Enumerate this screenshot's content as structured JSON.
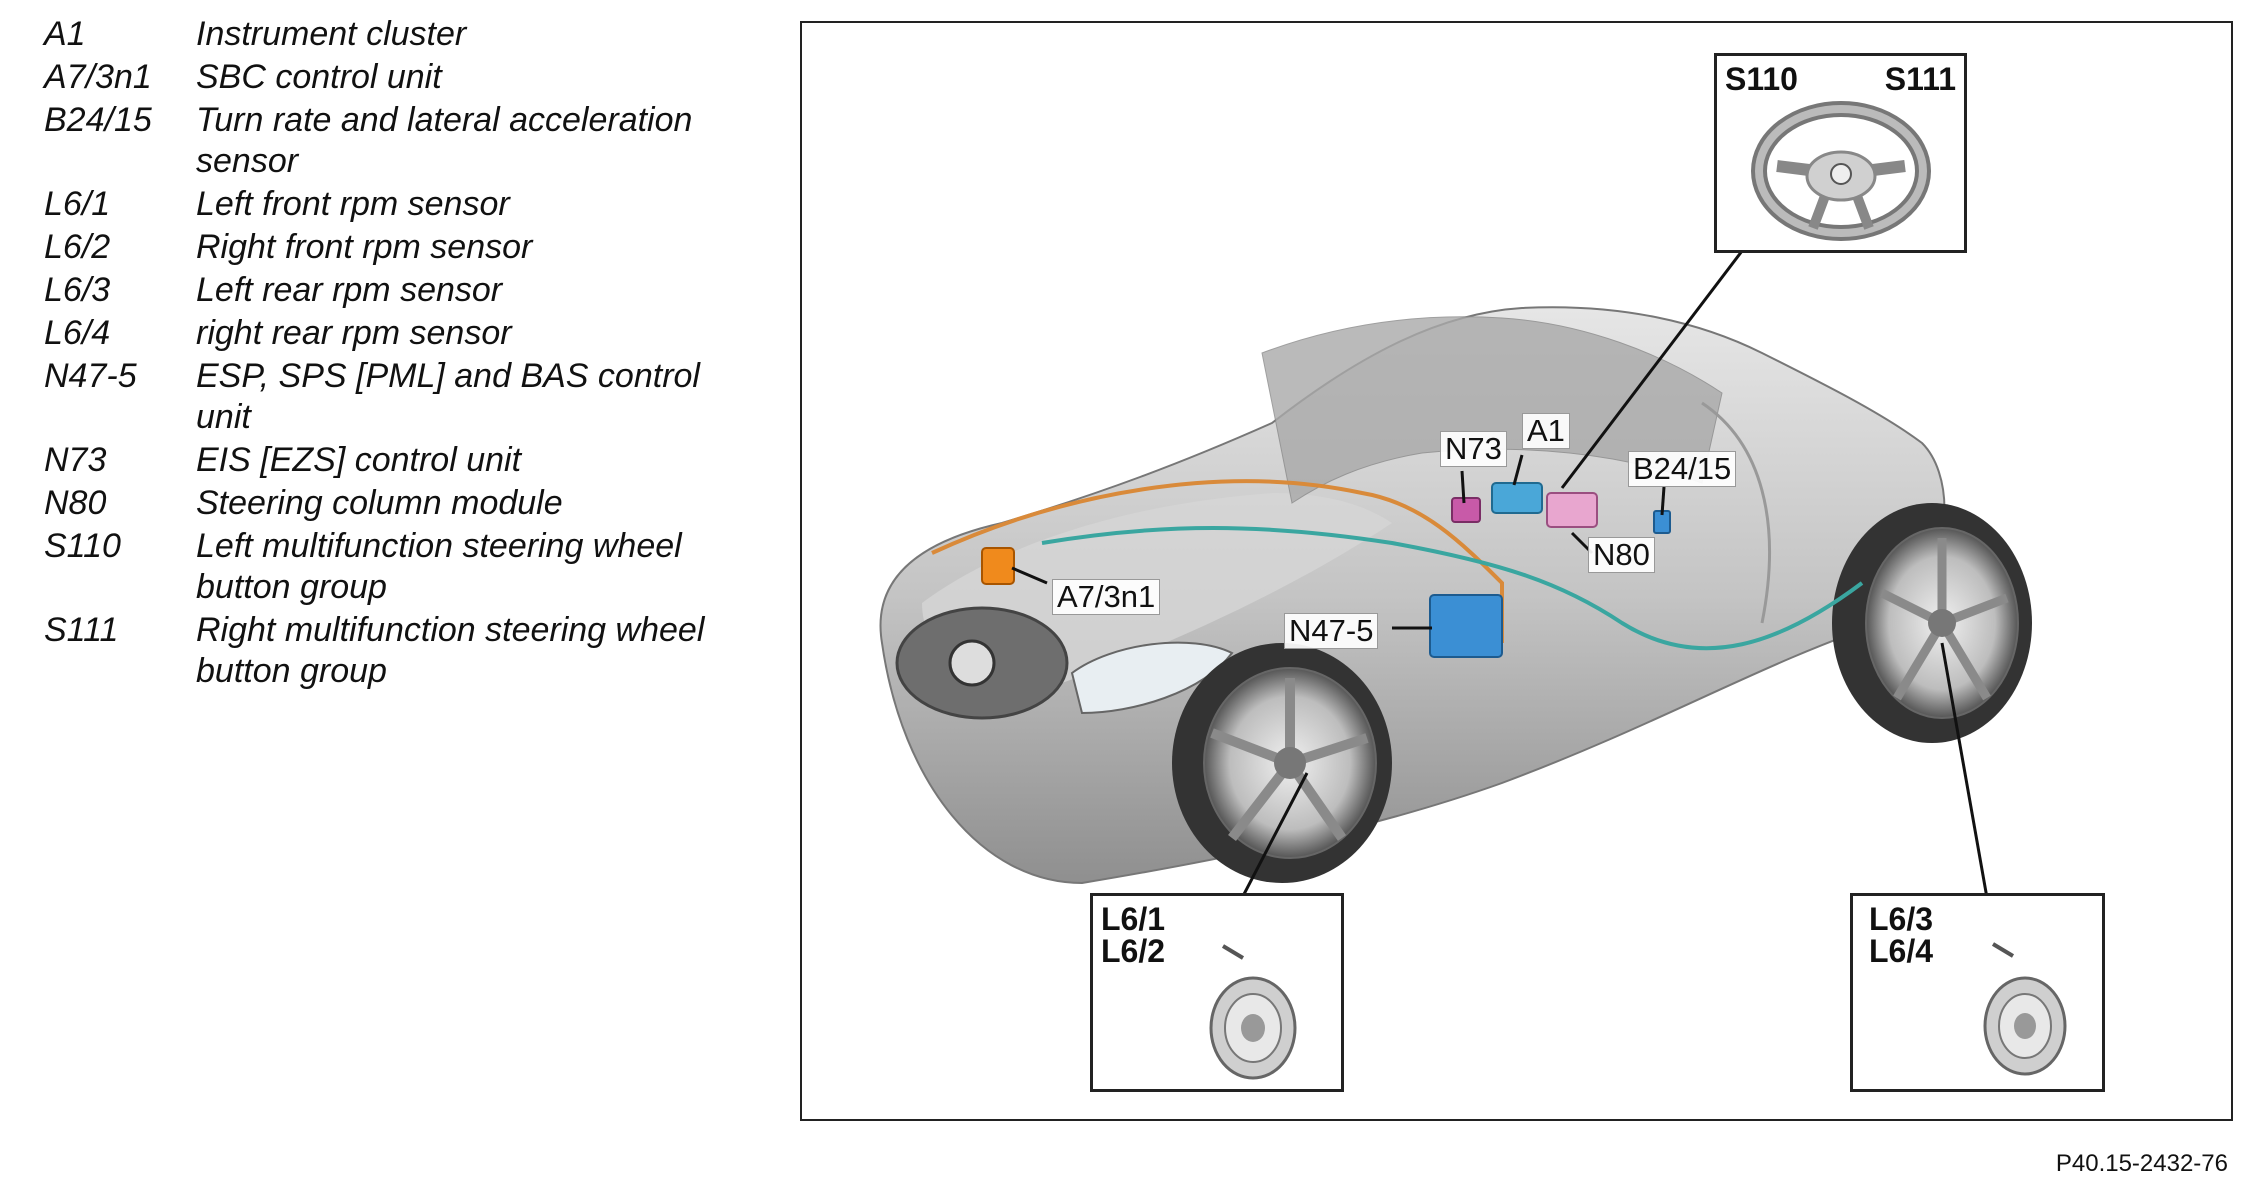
{
  "legend": [
    {
      "code": "A1",
      "desc": "Instrument cluster"
    },
    {
      "code": "A7/3n1",
      "desc": "SBC control unit"
    },
    {
      "code": "B24/15",
      "desc": "Turn rate and lateral acceleration sensor"
    },
    {
      "code": "L6/1",
      "desc": "Left front rpm sensor"
    },
    {
      "code": "L6/2",
      "desc": "Right front rpm sensor"
    },
    {
      "code": "L6/3",
      "desc": "Left rear rpm sensor"
    },
    {
      "code": "L6/4",
      "desc": "right rear rpm sensor"
    },
    {
      "code": "N47-5",
      "desc": "ESP, SPS [PML] and BAS control unit"
    },
    {
      "code": "N73",
      "desc": "EIS [EZS] control unit"
    },
    {
      "code": "N80",
      "desc": "Steering column module"
    },
    {
      "code": "S110",
      "desc": "Left multifunction steering wheel button group"
    },
    {
      "code": "S111",
      "desc": "Right multifunction steering wheel button group"
    }
  ],
  "insets": {
    "steering": {
      "left": "S110",
      "right": "S111"
    },
    "front_wheel": {
      "line1": "L6/1",
      "line2": "L6/2"
    },
    "rear_wheel": {
      "line1": "L6/3",
      "line2": "L6/4"
    }
  },
  "callouts": {
    "a7": "A7/3n1",
    "n73": "N73",
    "a1": "A1",
    "b24": "B24/15",
    "n80": "N80",
    "n47": "N47-5"
  },
  "figure_id": "P40.15-2432-76",
  "colors": {
    "car_body": "#c8c8c8",
    "sbc_unit": "#f08a1c",
    "esp_unit": "#3b8fd4",
    "n73_unit": "#c85aa8",
    "wiring_orange": "#d98a3a",
    "wiring_teal": "#3aa6a0"
  }
}
